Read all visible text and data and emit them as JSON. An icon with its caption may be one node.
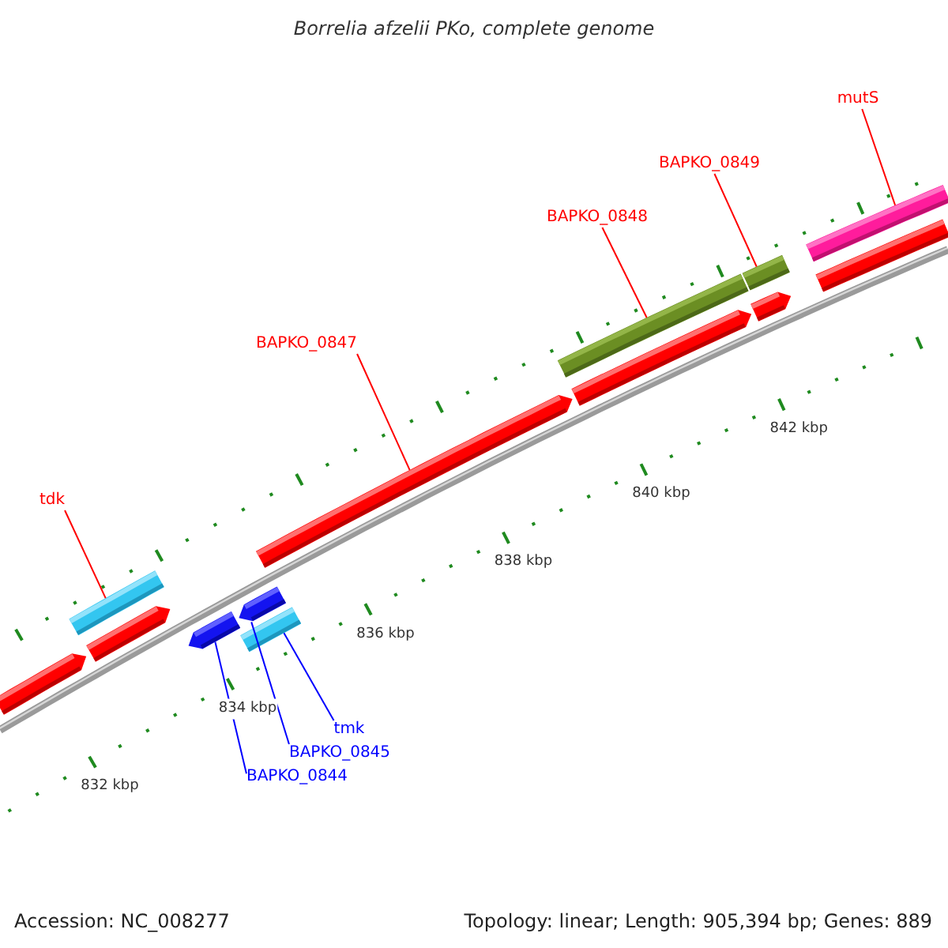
{
  "diagram": {
    "title": "Borrelia afzelii PKo, complete genome",
    "nodes": [
      {
        "text": [
          "mutS"
        ]
      },
      {
        "text": [
          "BAPKO_0849"
        ]
      },
      {
        "text": [
          "BAPKO_0848"
        ]
      },
      {
        "text": [
          "BAPKO_0847"
        ]
      },
      {
        "text": [
          "tdk"
        ]
      },
      {
        "text": [
          "tmk"
        ]
      },
      {
        "text": [
          "BAPKO_0845"
        ]
      },
      {
        "text": [
          "BAPKO_0844"
        ]
      },
      {
        "text": [],
        "shape": "arrow"
      },
      {
        "text": [],
        "shape": "bar"
      },
      {
        "text": [],
        "shape": "arrow"
      },
      {
        "text": [],
        "shape": "arrow"
      },
      {
        "text": [],
        "shape": "bar"
      },
      {
        "text": [],
        "shape": "arrow"
      },
      {
        "text": [],
        "shape": "arrow"
      },
      {
        "text": [],
        "shape": "bar"
      },
      {
        "text": [],
        "shape": "arrow"
      },
      {
        "text": [],
        "shape": "arrow"
      },
      {
        "text": [],
        "shape": "bar"
      },
      {
        "text": [],
        "shape": "bar"
      },
      {
        "text": [],
        "shape": "bar"
      }
    ],
    "edges": [
      {
        "from": 0,
        "to": 20,
        "arrow": "none"
      },
      {
        "from": 1,
        "to": 18,
        "arrow": "none"
      },
      {
        "from": 2,
        "to": 15,
        "arrow": "none"
      },
      {
        "from": 3,
        "to": 14,
        "arrow": "none"
      },
      {
        "from": 4,
        "to": 9,
        "arrow": "none"
      },
      {
        "from": 5,
        "to": 12,
        "arrow": "none",
        "color": "#0000ff"
      },
      {
        "from": 6,
        "to": 13,
        "arrow": "none",
        "color": "#0000ff"
      },
      {
        "from": 7,
        "to": 11,
        "arrow": "none",
        "color": "#0000ff"
      }
    ],
    "labels": [
      "832 kbp",
      "834 kbp",
      "836 kbp",
      "838 kbp",
      "840 kbp",
      "842 kbp",
      "Accession: NC_008277",
      "Topology: linear; Length: 905,394 bp; Genes: 889"
    ]
  }
}
